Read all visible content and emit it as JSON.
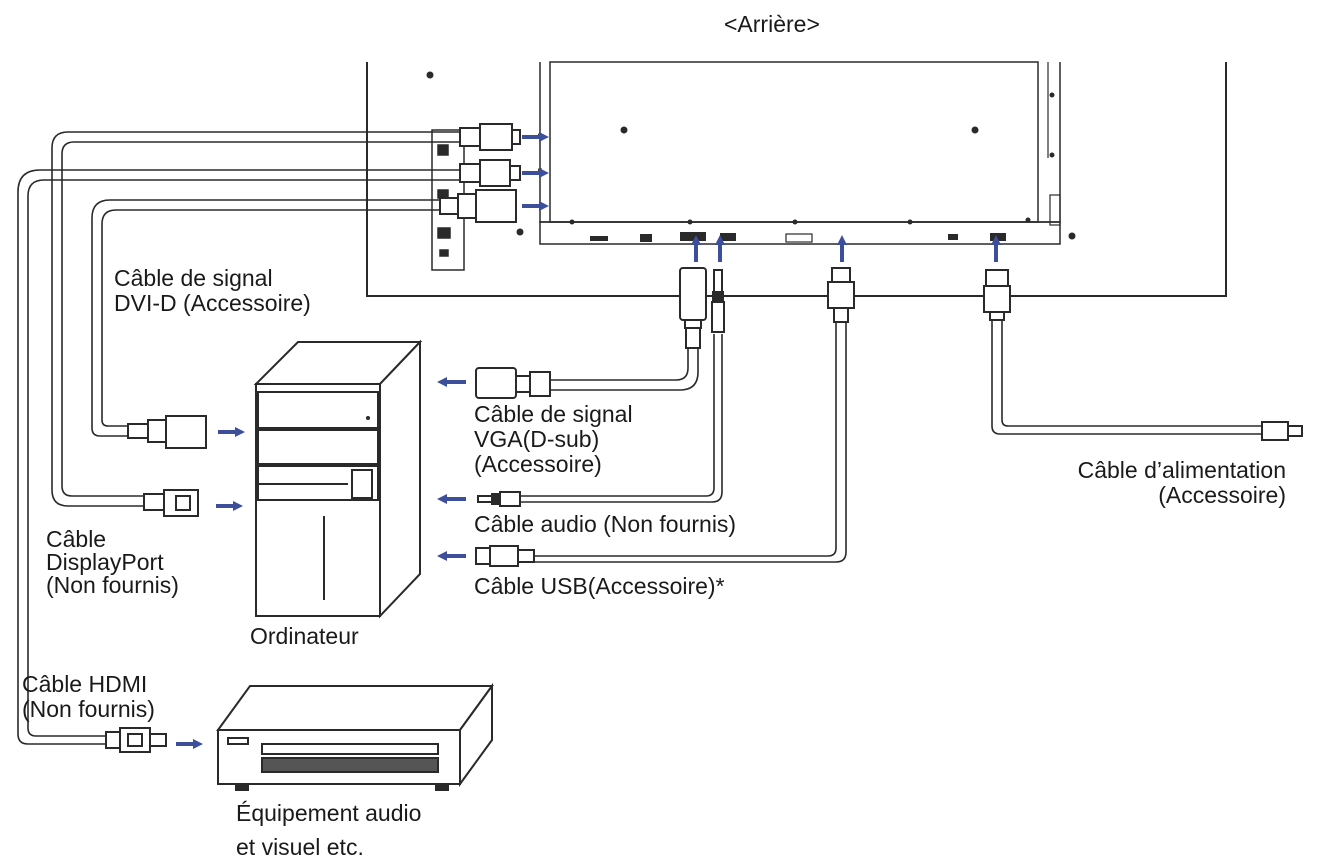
{
  "header": {
    "view_label": "<Arrière>"
  },
  "labels": {
    "dvi_cable": [
      "Câble de signal",
      "DVI-D (Accessoire)"
    ],
    "displayport_cable": [
      "Câble",
      "DisplayPort",
      "(Non fournis)"
    ],
    "hdmi_cable": [
      "Câble HDMI",
      "(Non fournis)"
    ],
    "vga_cable": [
      "Câble de signal",
      "VGA(D-sub)",
      "(Accessoire)"
    ],
    "audio_cable": "Câble audio (Non fournis)",
    "usb_cable": "Câble USB(Accessoire)*",
    "power_cable": [
      "Câble d’alimentation",
      "(Accessoire)"
    ],
    "computer": "Ordinateur",
    "av_equipment": [
      "Équipement audio",
      "et visuel etc."
    ]
  },
  "colors": {
    "line": "#2a2a2a",
    "arrow": "#3d4f9a",
    "screen_fill": "#ffffff"
  }
}
